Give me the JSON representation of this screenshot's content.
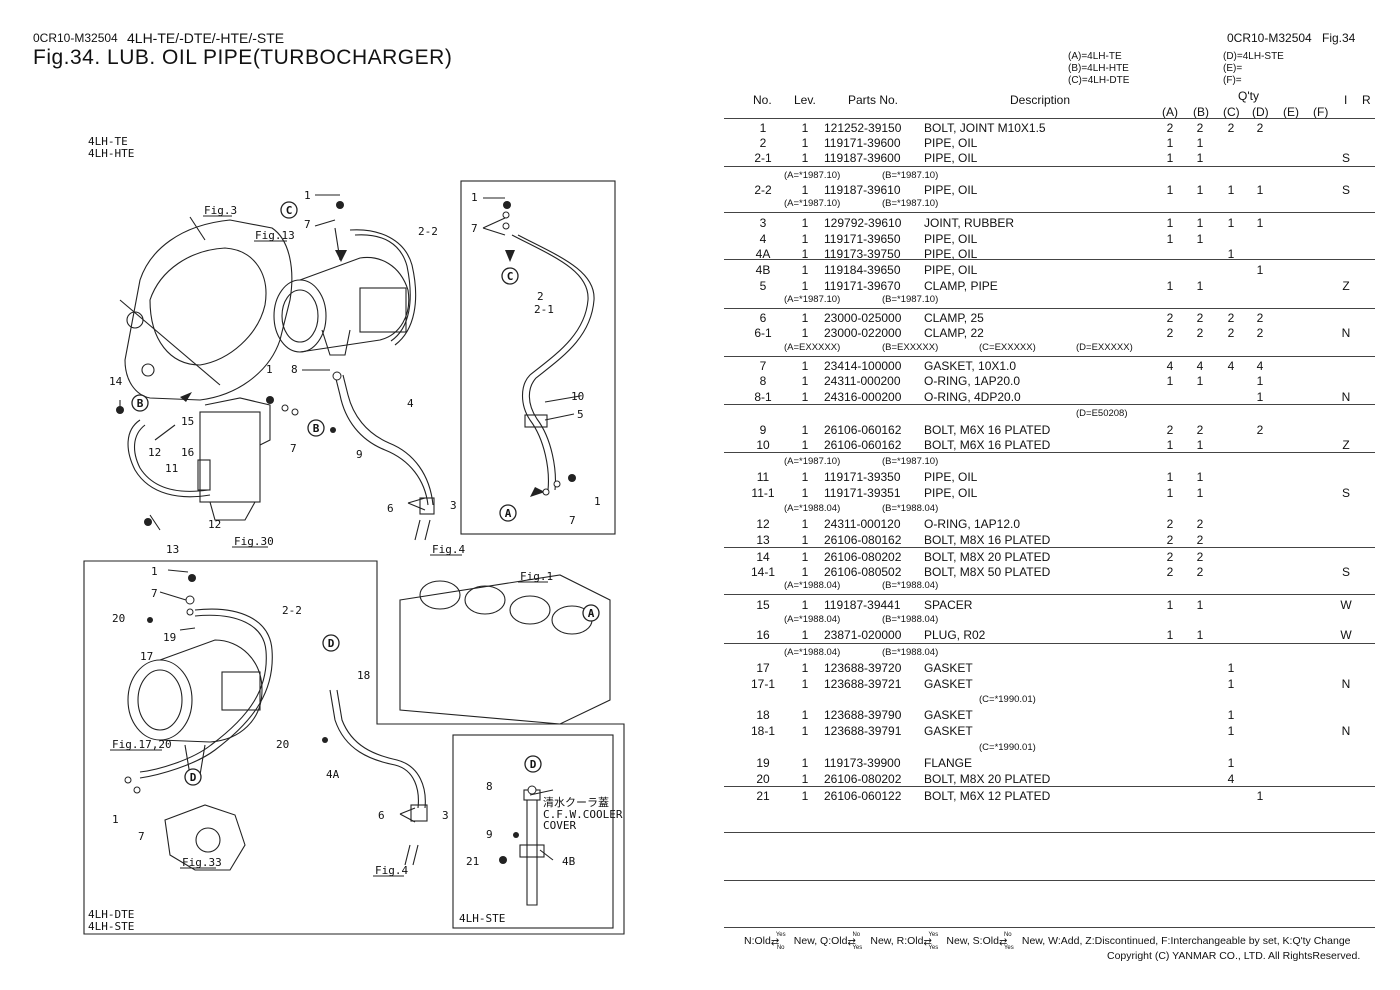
{
  "header": {
    "left_code": "0CR10-M32504",
    "left_models": "4LH-TE/-DTE/-HTE/-STE",
    "fig_title": "Fig.34.  LUB. OIL PIPE(TURBOCHARGER)",
    "right_code": "0CR10-M32504",
    "right_fig": "Fig.34"
  },
  "model_key": {
    "A": "(A)=4LH-TE",
    "B": "(B)=4LH-HTE",
    "C": "(C)=4LH-DTE",
    "D": "(D)=4LH-STE",
    "E": "(E)=",
    "F": "(F)="
  },
  "columns": {
    "no": "No.",
    "lev": "Lev.",
    "parts_no": "Parts No.",
    "description": "Description",
    "qty": "Q'ty",
    "qa": "(A)",
    "qb": "(B)",
    "qc": "(C)",
    "qd": "(D)",
    "qe": "(E)",
    "qf": "(F)",
    "i": "I",
    "r": "R"
  },
  "parts": [
    {
      "no": "1",
      "lev": "1",
      "part": "121252-39150",
      "desc": "BOLT, JOINT M10X1.5",
      "a": "2",
      "b": "2",
      "c": "2",
      "d": "2",
      "i": ""
    },
    {
      "no": "2",
      "lev": "1",
      "part": "119171-39600",
      "desc": "PIPE, OIL",
      "a": "1",
      "b": "1",
      "c": "",
      "d": "",
      "i": ""
    },
    {
      "no": "2-1",
      "lev": "1",
      "part": "119187-39600",
      "desc": "PIPE, OIL",
      "a": "1",
      "b": "1",
      "c": "",
      "d": "",
      "i": "S"
    },
    {
      "no": "2-2",
      "lev": "1",
      "part": "119187-39610",
      "desc": "PIPE, OIL",
      "a": "1",
      "b": "1",
      "c": "1",
      "d": "1",
      "i": "S"
    },
    {
      "no": "3",
      "lev": "1",
      "part": "129792-39610",
      "desc": "JOINT, RUBBER",
      "a": "1",
      "b": "1",
      "c": "1",
      "d": "1",
      "i": ""
    },
    {
      "no": "4",
      "lev": "1",
      "part": "119171-39650",
      "desc": "PIPE, OIL",
      "a": "1",
      "b": "1",
      "c": "",
      "d": "",
      "i": ""
    },
    {
      "no": "4A",
      "lev": "1",
      "part": "119173-39750",
      "desc": "PIPE, OIL",
      "a": "",
      "b": "",
      "c": "1",
      "d": "",
      "i": ""
    },
    {
      "no": "4B",
      "lev": "1",
      "part": "119184-39650",
      "desc": "PIPE, OIL",
      "a": "",
      "b": "",
      "c": "",
      "d": "1",
      "i": ""
    },
    {
      "no": "5",
      "lev": "1",
      "part": "119171-39670",
      "desc": "CLAMP, PIPE",
      "a": "1",
      "b": "1",
      "c": "",
      "d": "",
      "i": "Z"
    },
    {
      "no": "6",
      "lev": "1",
      "part": "23000-025000",
      "desc": "CLAMP,  25",
      "a": "2",
      "b": "2",
      "c": "2",
      "d": "2",
      "i": ""
    },
    {
      "no": "6-1",
      "lev": "1",
      "part": "23000-022000",
      "desc": "CLAMP,  22",
      "a": "2",
      "b": "2",
      "c": "2",
      "d": "2",
      "i": "N"
    },
    {
      "no": "7",
      "lev": "1",
      "part": "23414-100000",
      "desc": "GASKET, 10X1.0",
      "a": "4",
      "b": "4",
      "c": "4",
      "d": "4",
      "i": ""
    },
    {
      "no": "8",
      "lev": "1",
      "part": "24311-000200",
      "desc": "O-RING, 1AP20.0",
      "a": "1",
      "b": "1",
      "c": "",
      "d": "1",
      "i": ""
    },
    {
      "no": "8-1",
      "lev": "1",
      "part": "24316-000200",
      "desc": "O-RING, 4DP20.0",
      "a": "",
      "b": "",
      "c": "",
      "d": "1",
      "i": "N"
    },
    {
      "no": "9",
      "lev": "1",
      "part": "26106-060162",
      "desc": "BOLT, M6X 16 PLATED",
      "a": "2",
      "b": "2",
      "c": "",
      "d": "2",
      "i": ""
    },
    {
      "no": "10",
      "lev": "1",
      "part": "26106-060162",
      "desc": "BOLT, M6X 16 PLATED",
      "a": "1",
      "b": "1",
      "c": "",
      "d": "",
      "i": "Z"
    },
    {
      "no": "11",
      "lev": "1",
      "part": "119171-39350",
      "desc": "PIPE, OIL",
      "a": "1",
      "b": "1",
      "c": "",
      "d": "",
      "i": ""
    },
    {
      "no": "11-1",
      "lev": "1",
      "part": "119171-39351",
      "desc": "PIPE, OIL",
      "a": "1",
      "b": "1",
      "c": "",
      "d": "",
      "i": "S"
    },
    {
      "no": "12",
      "lev": "1",
      "part": "24311-000120",
      "desc": "O-RING, 1AP12.0",
      "a": "2",
      "b": "2",
      "c": "",
      "d": "",
      "i": ""
    },
    {
      "no": "13",
      "lev": "1",
      "part": "26106-080162",
      "desc": "BOLT, M8X 16 PLATED",
      "a": "2",
      "b": "2",
      "c": "",
      "d": "",
      "i": ""
    },
    {
      "no": "14",
      "lev": "1",
      "part": "26106-080202",
      "desc": "BOLT, M8X 20 PLATED",
      "a": "2",
      "b": "2",
      "c": "",
      "d": "",
      "i": ""
    },
    {
      "no": "14-1",
      "lev": "1",
      "part": "26106-080502",
      "desc": "BOLT, M8X 50 PLATED",
      "a": "2",
      "b": "2",
      "c": "",
      "d": "",
      "i": "S"
    },
    {
      "no": "15",
      "lev": "1",
      "part": "119187-39441",
      "desc": "SPACER",
      "a": "1",
      "b": "1",
      "c": "",
      "d": "",
      "i": "W"
    },
    {
      "no": "16",
      "lev": "1",
      "part": "23871-020000",
      "desc": "PLUG, R02",
      "a": "1",
      "b": "1",
      "c": "",
      "d": "",
      "i": "W"
    },
    {
      "no": "17",
      "lev": "1",
      "part": "123688-39720",
      "desc": "GASKET",
      "a": "",
      "b": "",
      "c": "1",
      "d": "",
      "i": ""
    },
    {
      "no": "17-1",
      "lev": "1",
      "part": "123688-39721",
      "desc": "GASKET",
      "a": "",
      "b": "",
      "c": "1",
      "d": "",
      "i": "N"
    },
    {
      "no": "18",
      "lev": "1",
      "part": "123688-39790",
      "desc": "GASKET",
      "a": "",
      "b": "",
      "c": "1",
      "d": "",
      "i": ""
    },
    {
      "no": "18-1",
      "lev": "1",
      "part": "123688-39791",
      "desc": "GASKET",
      "a": "",
      "b": "",
      "c": "1",
      "d": "",
      "i": "N"
    },
    {
      "no": "19",
      "lev": "1",
      "part": "119173-39900",
      "desc": "FLANGE",
      "a": "",
      "b": "",
      "c": "1",
      "d": "",
      "i": ""
    },
    {
      "no": "20",
      "lev": "1",
      "part": "26106-080202",
      "desc": "BOLT, M8X 20 PLATED",
      "a": "",
      "b": "",
      "c": "4",
      "d": "",
      "i": ""
    },
    {
      "no": "21",
      "lev": "1",
      "part": "26106-060122",
      "desc": "BOLT, M6X 12 PLATED",
      "a": "",
      "b": "",
      "c": "",
      "d": "1",
      "i": ""
    }
  ],
  "notes": {
    "a1987": "(A=*1987.10)",
    "b1987": "(B=*1987.10)",
    "a1987b": "(A=*1987.10)",
    "b1987b": "(B=*1987.10)",
    "aex": "(A=EXXXXX)",
    "bex": "(B=EXXXXX)",
    "cex": "(C=EXXXXX)",
    "dex": "(D=EXXXXX)",
    "d50208": "(D=E50208)",
    "a1988": "(A=*1988.04)",
    "b1988": "(B=*1988.04)",
    "c1990": "(C=*1990.01)"
  },
  "footer": {
    "legend_parts": [
      "N:Old",
      "New, Q:Old",
      "New, R:Old",
      "New, S:Old",
      "New, W:Add, Z:Discontinued, F:Interchangeable by set, K:Q'ty Change"
    ],
    "yes": "Yes",
    "no": "No",
    "copyright": "Copyright (C)  YANMAR CO., LTD. All RightsReserved."
  },
  "diagram": {
    "model_top": [
      "4LH-TE",
      "4LH-HTE"
    ],
    "model_bottom": [
      "4LH-DTE",
      "4LH-STE"
    ],
    "model_stE": "4LH-STE",
    "fig_refs": [
      "Fig.3",
      "Fig.13",
      "Fig.30",
      "Fig.4",
      "Fig.1",
      "Fig.17,20",
      "Fig.33",
      "Fig.4"
    ],
    "cooler_jp": "清水クーラ蓋",
    "cooler_en1": "C.F.W.COOLER",
    "cooler_en2": "COVER",
    "callouts": [
      "1",
      "7",
      "2-2",
      "2",
      "2-1",
      "10",
      "5",
      "8",
      "4",
      "9",
      "3",
      "6",
      "14",
      "15",
      "16",
      "12",
      "11",
      "13",
      "20",
      "19",
      "17",
      "18",
      "4A",
      "4B",
      "21"
    ],
    "circle_letters": [
      "A",
      "B",
      "C",
      "D"
    ]
  }
}
